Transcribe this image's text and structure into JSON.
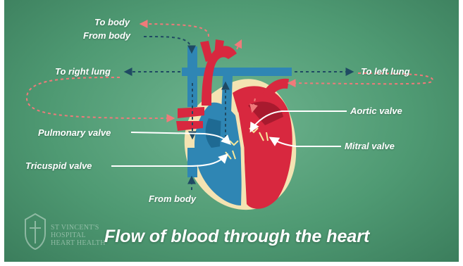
{
  "labels": {
    "to_body": "To body",
    "from_body_top": "From body",
    "to_right_lung": "To right lung",
    "to_left_lung": "To left lung",
    "aortic_valve": "Aortic valve",
    "pulmonary_valve": "Pulmonary valve",
    "mitral_valve": "Mitral valve",
    "tricuspid_valve": "Tricuspid valve",
    "from_body_bottom": "From body"
  },
  "title": "Flow of blood through the heart",
  "logo": {
    "line1": "ST VINCENT'S",
    "line2": "HOSPITAL",
    "line3": "HEART HEALTH"
  },
  "colors": {
    "oxygenated": "#d8283f",
    "deoxygenated": "#2f86b4",
    "heart_outline": "#f4e3b2",
    "arrow_oxygenated": "#f07a7a",
    "arrow_deoxygenated": "#1f4a63",
    "background": "#5aa37c"
  }
}
